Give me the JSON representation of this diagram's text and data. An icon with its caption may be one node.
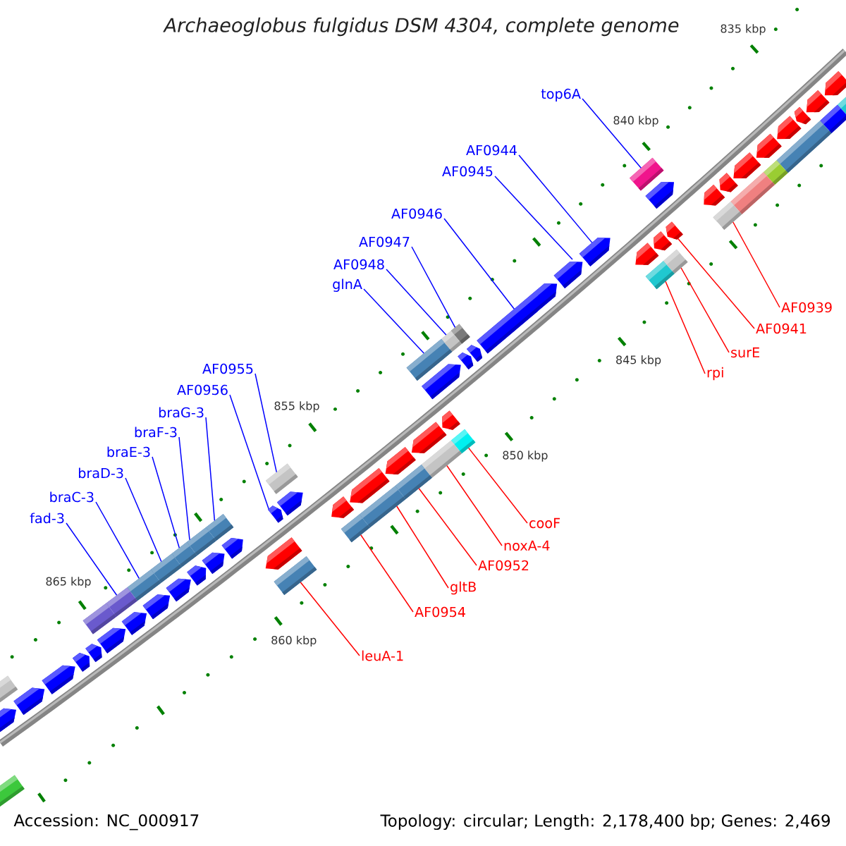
{
  "diagram": {
    "title": "Archaeoglobus fulgidus DSM 4304, complete genome",
    "nodes": [
      {
        "text": [
          "top6A"
        ]
      },
      {
        "text": [
          "AF0944"
        ]
      },
      {
        "text": [
          "AF0945"
        ]
      },
      {
        "text": [
          "AF0946"
        ]
      },
      {
        "text": [
          "AF0947"
        ]
      },
      {
        "text": [
          "AF0948"
        ]
      },
      {
        "text": [
          "glnA"
        ]
      },
      {
        "text": [
          "AF0939"
        ]
      },
      {
        "text": [
          "AF0941"
        ]
      },
      {
        "text": [
          "surE"
        ]
      },
      {
        "text": [
          "AF0955"
        ]
      },
      {
        "text": [
          "rpi"
        ]
      },
      {
        "text": [
          "AF0956"
        ]
      },
      {
        "text": [
          "braG-3"
        ]
      },
      {
        "text": [
          "braF-3"
        ]
      },
      {
        "text": [
          "braE-3"
        ]
      },
      {
        "text": [
          "braD-3"
        ]
      },
      {
        "text": [
          "braC-3"
        ]
      },
      {
        "text": [
          "fad-3"
        ]
      },
      {
        "text": [
          "cooF"
        ]
      },
      {
        "text": [
          "noxA-4"
        ]
      },
      {
        "text": [
          "AF0952"
        ]
      },
      {
        "text": [
          "gltB"
        ]
      },
      {
        "text": [
          "AF0954"
        ]
      },
      {
        "text": [
          "leuA-1"
        ]
      },
      {
        "text": [],
        "shape": "pentagon"
      },
      {
        "text": [],
        "shape": "pentagon"
      },
      {
        "text": [],
        "shape": "pentagon"
      },
      {
        "text": [],
        "shape": "pentagon"
      },
      {
        "text": [],
        "shape": "pentagon"
      },
      {
        "text": [],
        "shape": "pentagon"
      },
      {
        "text": [],
        "shape": "pentagon"
      },
      {
        "text": [],
        "shape": "pentagon"
      },
      {
        "text": [],
        "shape": "pentagon"
      },
      {
        "text": [],
        "shape": "pentagon"
      },
      {
        "text": [],
        "shape": "pentagon"
      },
      {
        "text": [],
        "shape": "pentagon"
      },
      {
        "text": [],
        "shape": "pentagon"
      },
      {
        "text": [],
        "shape": "pentagon"
      },
      {
        "text": [],
        "shape": "pentagon"
      },
      {
        "text": [],
        "shape": "pentagon"
      },
      {
        "text": [],
        "shape": "pentagon"
      },
      {
        "text": [],
        "shape": "pentagon"
      },
      {
        "text": [],
        "shape": "pentagon"
      },
      {
        "text": [],
        "shape": "pentagon"
      },
      {
        "text": [],
        "shape": "pentagon"
      },
      {
        "text": [],
        "shape": "box"
      },
      {
        "text": [],
        "shape": "box"
      },
      {
        "text": [],
        "shape": "box"
      },
      {
        "text": [],
        "shape": "box"
      },
      {
        "text": [],
        "shape": "box"
      },
      {
        "text": [],
        "shape": "box"
      },
      {
        "text": [],
        "shape": "box"
      },
      {
        "text": [],
        "shape": "box"
      },
      {
        "text": [],
        "shape": "box"
      },
      {
        "text": [],
        "shape": "box"
      },
      {
        "text": [],
        "shape": "box"
      },
      {
        "text": [],
        "shape": "box"
      },
      {
        "text": [],
        "shape": "box"
      },
      {
        "text": [],
        "shape": "pentagon"
      },
      {
        "text": [],
        "shape": "pentagon"
      },
      {
        "text": [],
        "shape": "pentagon"
      },
      {
        "text": [],
        "shape": "pentagon"
      },
      {
        "text": [],
        "shape": "pentagon"
      },
      {
        "text": [],
        "shape": "pentagon"
      },
      {
        "text": [],
        "shape": "pentagon"
      },
      {
        "text": [],
        "shape": "pentagon"
      },
      {
        "text": [],
        "shape": "pentagon"
      },
      {
        "text": [],
        "shape": "pentagon"
      },
      {
        "text": [],
        "shape": "pentagon"
      },
      {
        "text": [],
        "shape": "pentagon"
      },
      {
        "text": [],
        "shape": "pentagon"
      },
      {
        "text": [],
        "shape": "pentagon"
      },
      {
        "text": [],
        "shape": "pentagon"
      },
      {
        "text": [],
        "shape": "pentagon"
      },
      {
        "text": [],
        "shape": "pentagon"
      },
      {
        "text": [],
        "shape": "box"
      },
      {
        "text": [],
        "shape": "box"
      },
      {
        "text": [],
        "shape": "box"
      },
      {
        "text": [],
        "shape": "box"
      },
      {
        "text": [],
        "shape": "box"
      },
      {
        "text": [],
        "shape": "box"
      },
      {
        "text": [],
        "shape": "box"
      },
      {
        "text": [],
        "shape": "box"
      },
      {
        "text": [],
        "shape": "box"
      },
      {
        "text": [],
        "shape": "box"
      },
      {
        "text": [],
        "shape": "box"
      },
      {
        "text": [],
        "shape": "box"
      },
      {
        "text": [],
        "shape": "box"
      },
      {
        "text": [],
        "shape": "box"
      },
      {
        "text": [],
        "shape": "box"
      }
    ],
    "edges": [
      {
        "from": 0,
        "to": 46,
        "arrow": "none"
      },
      {
        "from": 1,
        "to": 26,
        "arrow": "none"
      },
      {
        "from": 2,
        "to": 27,
        "arrow": "none"
      },
      {
        "from": 3,
        "to": 28,
        "arrow": "none"
      },
      {
        "from": 4,
        "to": 47,
        "arrow": "none"
      },
      {
        "from": 5,
        "to": 48,
        "arrow": "none"
      },
      {
        "from": 6,
        "to": 49,
        "arrow": "none"
      },
      {
        "from": 7,
        "to": 81,
        "arrow": "none",
        "color": "#ff0000"
      },
      {
        "from": 8,
        "to": 67,
        "arrow": "none",
        "color": "#ff0000"
      },
      {
        "from": 9,
        "to": 82,
        "arrow": "none",
        "color": "#ff0000"
      },
      {
        "from": 10,
        "to": 50,
        "arrow": "none"
      },
      {
        "from": 11,
        "to": 83,
        "arrow": "none",
        "color": "#ff0000"
      },
      {
        "from": 12,
        "to": 33,
        "arrow": "none"
      },
      {
        "from": 13,
        "to": 51,
        "arrow": "none"
      },
      {
        "from": 14,
        "to": 52,
        "arrow": "none"
      },
      {
        "from": 15,
        "to": 53,
        "arrow": "none"
      },
      {
        "from": 16,
        "to": 54,
        "arrow": "none"
      },
      {
        "from": 17,
        "to": 55,
        "arrow": "none"
      },
      {
        "from": 18,
        "to": 56,
        "arrow": "none"
      },
      {
        "from": 19,
        "to": 84,
        "arrow": "none",
        "color": "#ff0000"
      },
      {
        "from": 20,
        "to": 85,
        "arrow": "none",
        "color": "#ff0000"
      },
      {
        "from": 21,
        "to": 86,
        "arrow": "none",
        "color": "#ff0000"
      },
      {
        "from": 22,
        "to": 87,
        "arrow": "none",
        "color": "#ff0000"
      },
      {
        "from": 23,
        "to": 88,
        "arrow": "none",
        "color": "#ff0000"
      },
      {
        "from": 24,
        "to": 89,
        "arrow": "none",
        "color": "#ff0000"
      }
    ],
    "labels": [
      "835 kbp",
      "840 kbp",
      "845 kbp",
      "850 kbp",
      "855 kbp",
      "860 kbp",
      "865 kbp",
      "Accession: NC_000917",
      "Topology: circular; Length: 2,178,400 bp; Genes: 2,469"
    ]
  }
}
